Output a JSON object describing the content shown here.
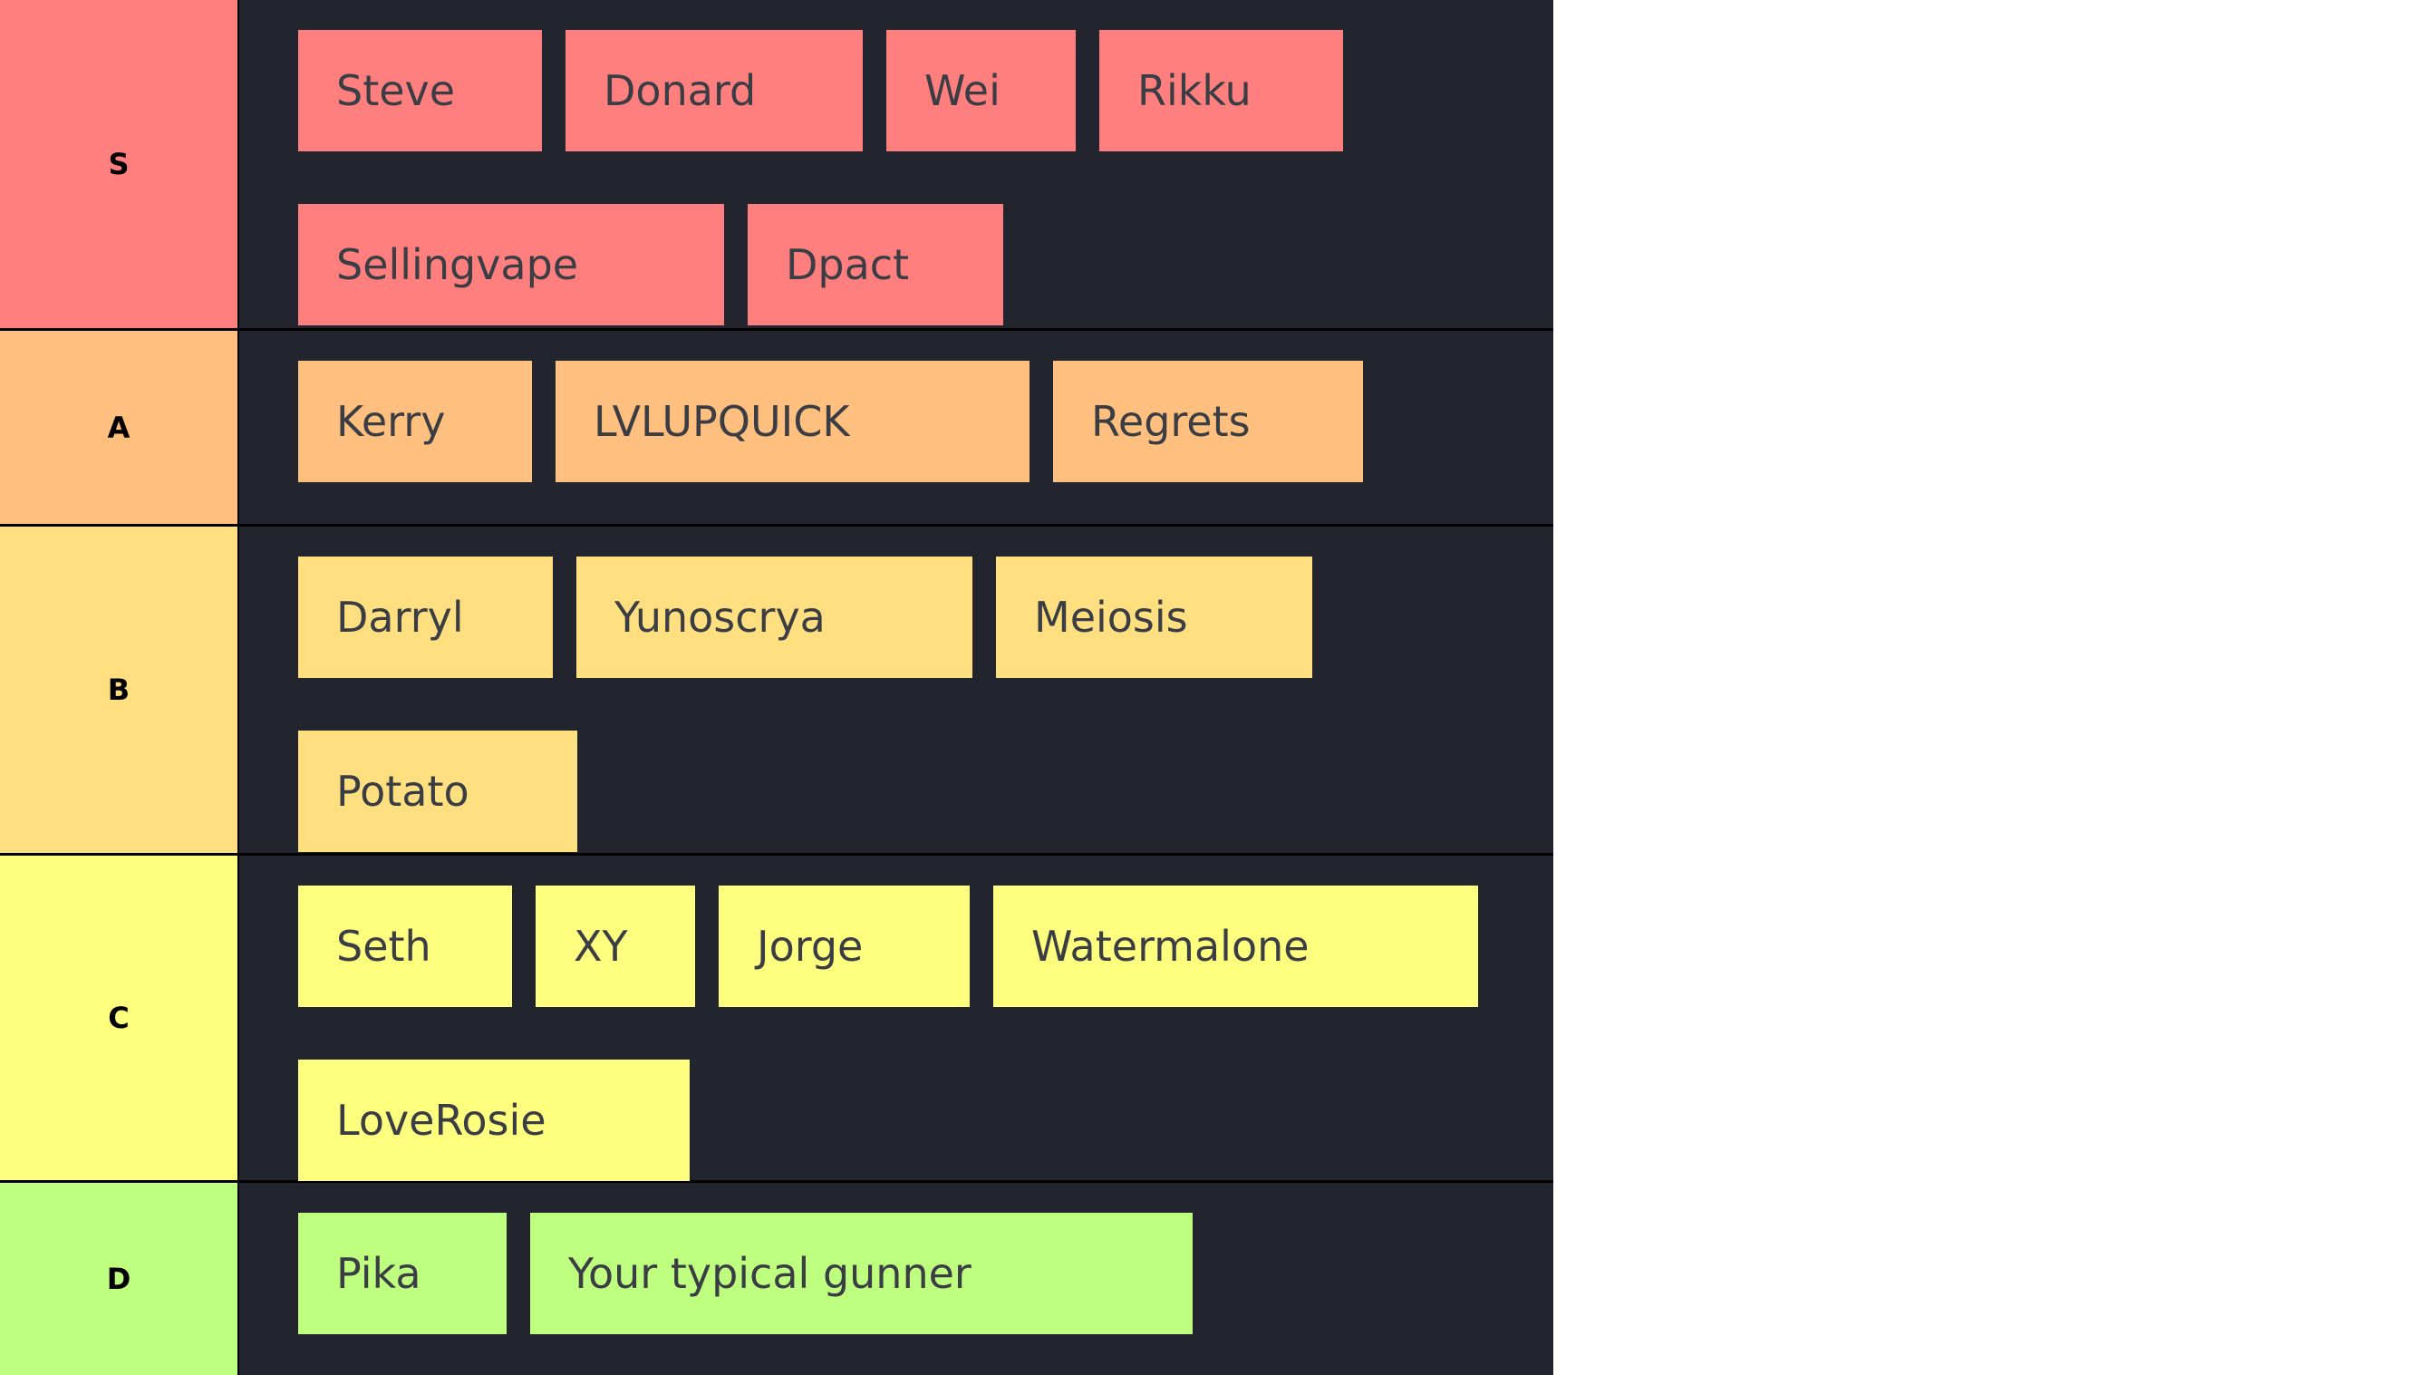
{
  "tiers": [
    {
      "label": "S",
      "color": "#ff7f7f",
      "items": [
        "Steve",
        "Donard",
        "Wei",
        "Rikku",
        "Sellingvape",
        "Dpact"
      ]
    },
    {
      "label": "A",
      "color": "#ffbf7f",
      "items": [
        "Kerry",
        "LVLUPQUICK",
        "Regrets"
      ]
    },
    {
      "label": "B",
      "color": "#ffdf80",
      "items": [
        "Darryl",
        "Yunoscrya",
        "Meiosis",
        "Potato"
      ]
    },
    {
      "label": "C",
      "color": "#ffff7f",
      "items": [
        "Seth",
        "XY",
        "Jorge",
        "Watermalone",
        "LoveRosie"
      ]
    },
    {
      "label": "D",
      "color": "#bfff7f",
      "items": [
        "Pika",
        "Your typical gunner"
      ]
    }
  ]
}
